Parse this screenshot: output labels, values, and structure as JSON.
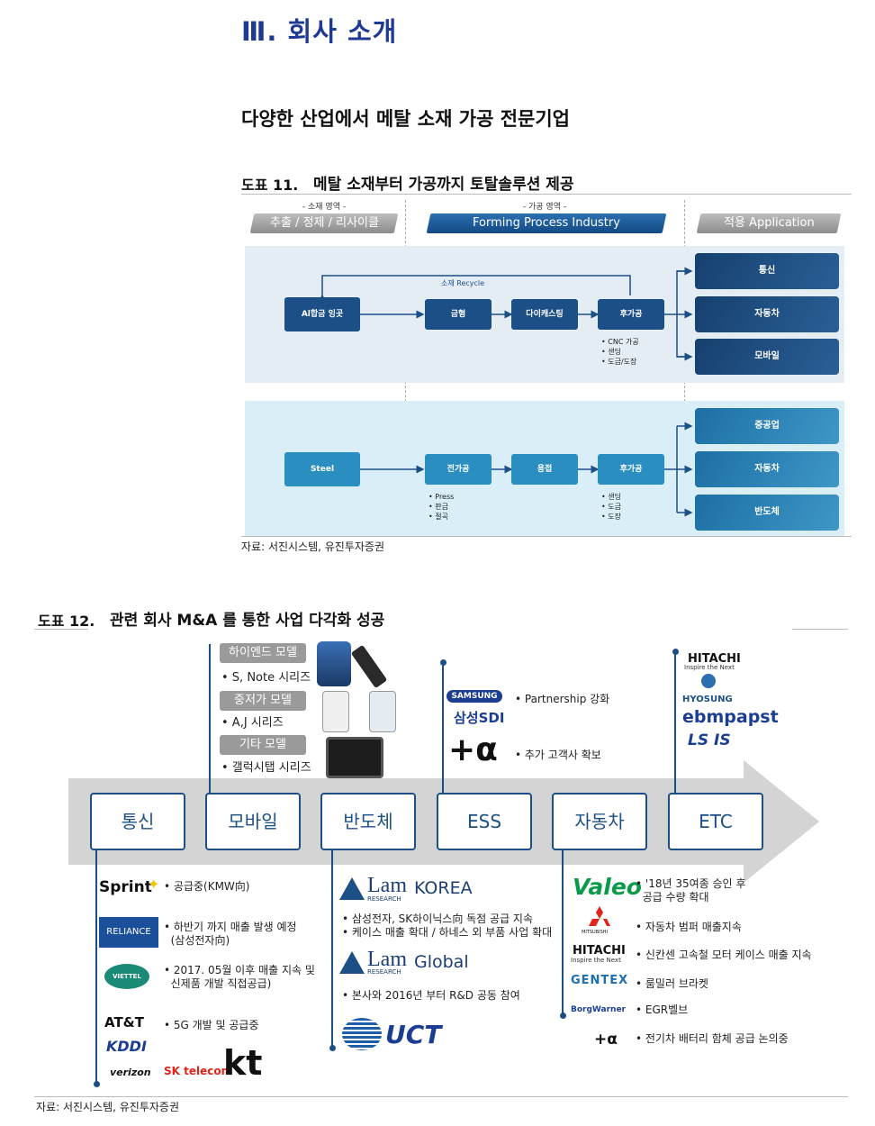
{
  "section_title": "Ⅲ. 회사 소개",
  "subtitle": "다양한 산업에서 메탈 소재 가공 전문기업",
  "fig11": {
    "num": "도표 11.",
    "title": "메탈 소재부터 가공까지 토탈솔루션 제공",
    "zones": {
      "material": "- 소재 영역 -",
      "process": "- 가공 영역 -"
    },
    "banners": {
      "material": "추출 / 정제 / 리사이클",
      "process": "Forming Process Industry",
      "application": "적용 Application"
    },
    "top": {
      "recycle": "소재 Recycle",
      "n1": "Al합금 잉곳",
      "n2": "금형",
      "n3": "다이캐스팅",
      "n4": "후가공",
      "notes": [
        "• CNC 가공",
        "• 샌딩",
        "• 도금/도장"
      ],
      "apps": [
        "통신",
        "자동차",
        "모바일"
      ]
    },
    "bottom": {
      "n1": "Steel",
      "n2": "전가공",
      "n3": "용접",
      "n4": "후가공",
      "notes_a": [
        "• Press",
        "• 판금",
        "• 절곡"
      ],
      "notes_b": [
        "• 샌딩",
        "• 도금",
        "• 도장"
      ],
      "apps": [
        "중공업",
        "자동차",
        "반도체"
      ]
    },
    "source": "자료: 서진시스템, 유진투자증권"
  },
  "fig12": {
    "num": "도표 12.",
    "title": "관련 회사 M&A 를 통한 사업 다각화 성공",
    "categories": [
      "통신",
      "모바일",
      "반도체",
      "ESS",
      "자동차",
      "ETC"
    ],
    "mobile": {
      "p1": "하이엔드 모델",
      "d1": "• S, Note 시리즈",
      "p2": "중저가 모델",
      "d2": "• A,J 시리즈",
      "p3": "기타 모델",
      "d3": "• 갤럭시탭 시리즈"
    },
    "ess": {
      "samsung": "SAMSUNG",
      "sdi": "삼성SDI",
      "t1": "• Partnership 강화",
      "alpha": "+α",
      "t2": "• 추가 고객사 확보"
    },
    "etc": {
      "hitachi": "HITACHI",
      "hitachi_sub": "Inspire the Next",
      "hyosung": "HYOSUNG",
      "ebm": "ebmpapst",
      "ls": "LS IS"
    },
    "telecom": {
      "sprint": "Sprint",
      "sprint_t": "• 공급중(KMW向)",
      "reliance": "RELIANCE",
      "reliance_t": "• 하반기 까지 매출 발생 예정\n  (삼성전자向)",
      "viettel": "VIETTEL",
      "viettel_t": "• 2017. 05월 이후 매출 지속 및\n  신제품 개발 직접공급)",
      "att": "AT&T",
      "att_t": "• 5G 개발 및 공급중",
      "kddi": "KDDI",
      "verizon": "verizon",
      "sk": "SK telecom",
      "kt": "kt"
    },
    "semi": {
      "lam1": "Lam",
      "lam1b": "KOREA",
      "lam_sub": "RESEARCH",
      "t1": "• 삼성전자, SK하이닉스向 독점 공급 지속\n• 케이스 매출 확대 / 하네스 외 부품 사업 확대",
      "lam2": "Lam",
      "lam2b": "Global",
      "t2": "• 본사와 2016년 부터 R&D 공동 참여",
      "uct": "UCT"
    },
    "auto": {
      "valeo": "Valeo",
      "valeo_t": "• '18년 35여종 승인 후\n  공급 수량 확대",
      "mitsu": "MITSUBISHI",
      "mitsu_t": "• 자동차 범퍼 매출지속",
      "hitachi": "HITACHI",
      "hitachi_t": "• 신칸센 고속철 모터 케이스 매출 지속",
      "gentex": "GENTEX",
      "gentex_t": "• 룸밀러 브라켓",
      "borg": "BorgWarner",
      "borg_t": "• EGR벨브",
      "alpha": "+α",
      "alpha_t": "• 전기차 배터리 함체 공급 논의중"
    },
    "source": "자료: 서진시스템, 유진투자증권"
  }
}
